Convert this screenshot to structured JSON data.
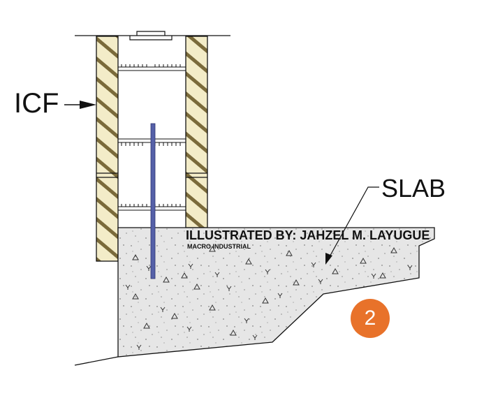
{
  "labels": {
    "icf": "ICF",
    "slab": "SLAB",
    "credit": "ILLUSTRATED BY: JAHZEL M. LAYUGUE",
    "credit_sub": "MACRO INDUSTRIAL"
  },
  "badge": {
    "number": "2",
    "color": "#e8722a"
  },
  "colors": {
    "insulation": "#f3ecc8",
    "hatch": "#7a6a3a",
    "concrete": "#e6e6e6",
    "rebar": "#5560a8",
    "line": "#111111"
  },
  "icons": {
    "arrow": "arrow-right-icon",
    "leader": "leader-line-icon"
  }
}
